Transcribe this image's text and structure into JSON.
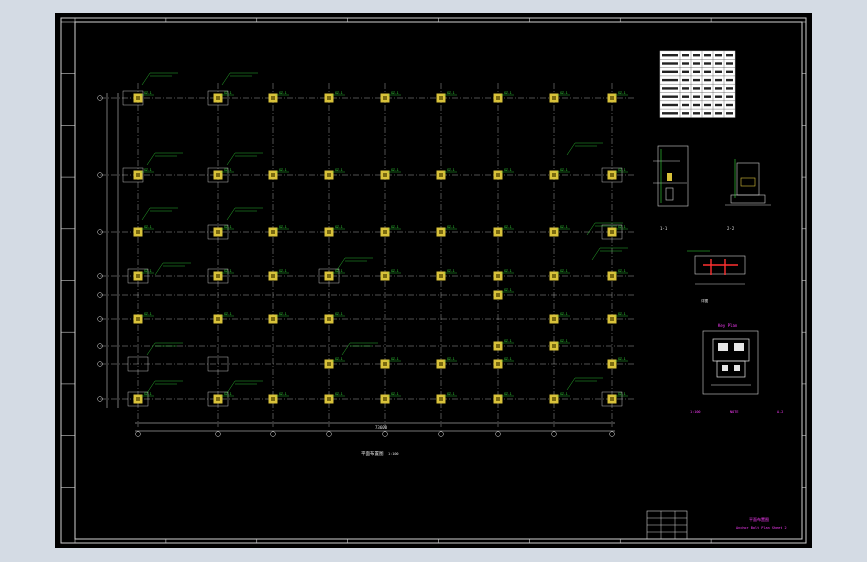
{
  "drawing": {
    "main_title": "平面布置图",
    "main_scale": "1:100",
    "sheet_title": "平面布置图",
    "sheet_subtitle": "Anchor Bolt Plan Sheet 2",
    "key_plan_label": "Key Plan",
    "section_label_a": "1-1",
    "section_label_b": "2-2",
    "detail_label": "详图",
    "overall_dim": "73600",
    "column_tag": "GZ-1"
  },
  "colors": {
    "background": "#000000",
    "grid": "#e6e6e6",
    "column_fill": "#d9c23a",
    "text_green": "#35e03a",
    "text_magenta": "#ff3cff",
    "text_red": "#ff3030",
    "paper": "#d4dbe4"
  }
}
